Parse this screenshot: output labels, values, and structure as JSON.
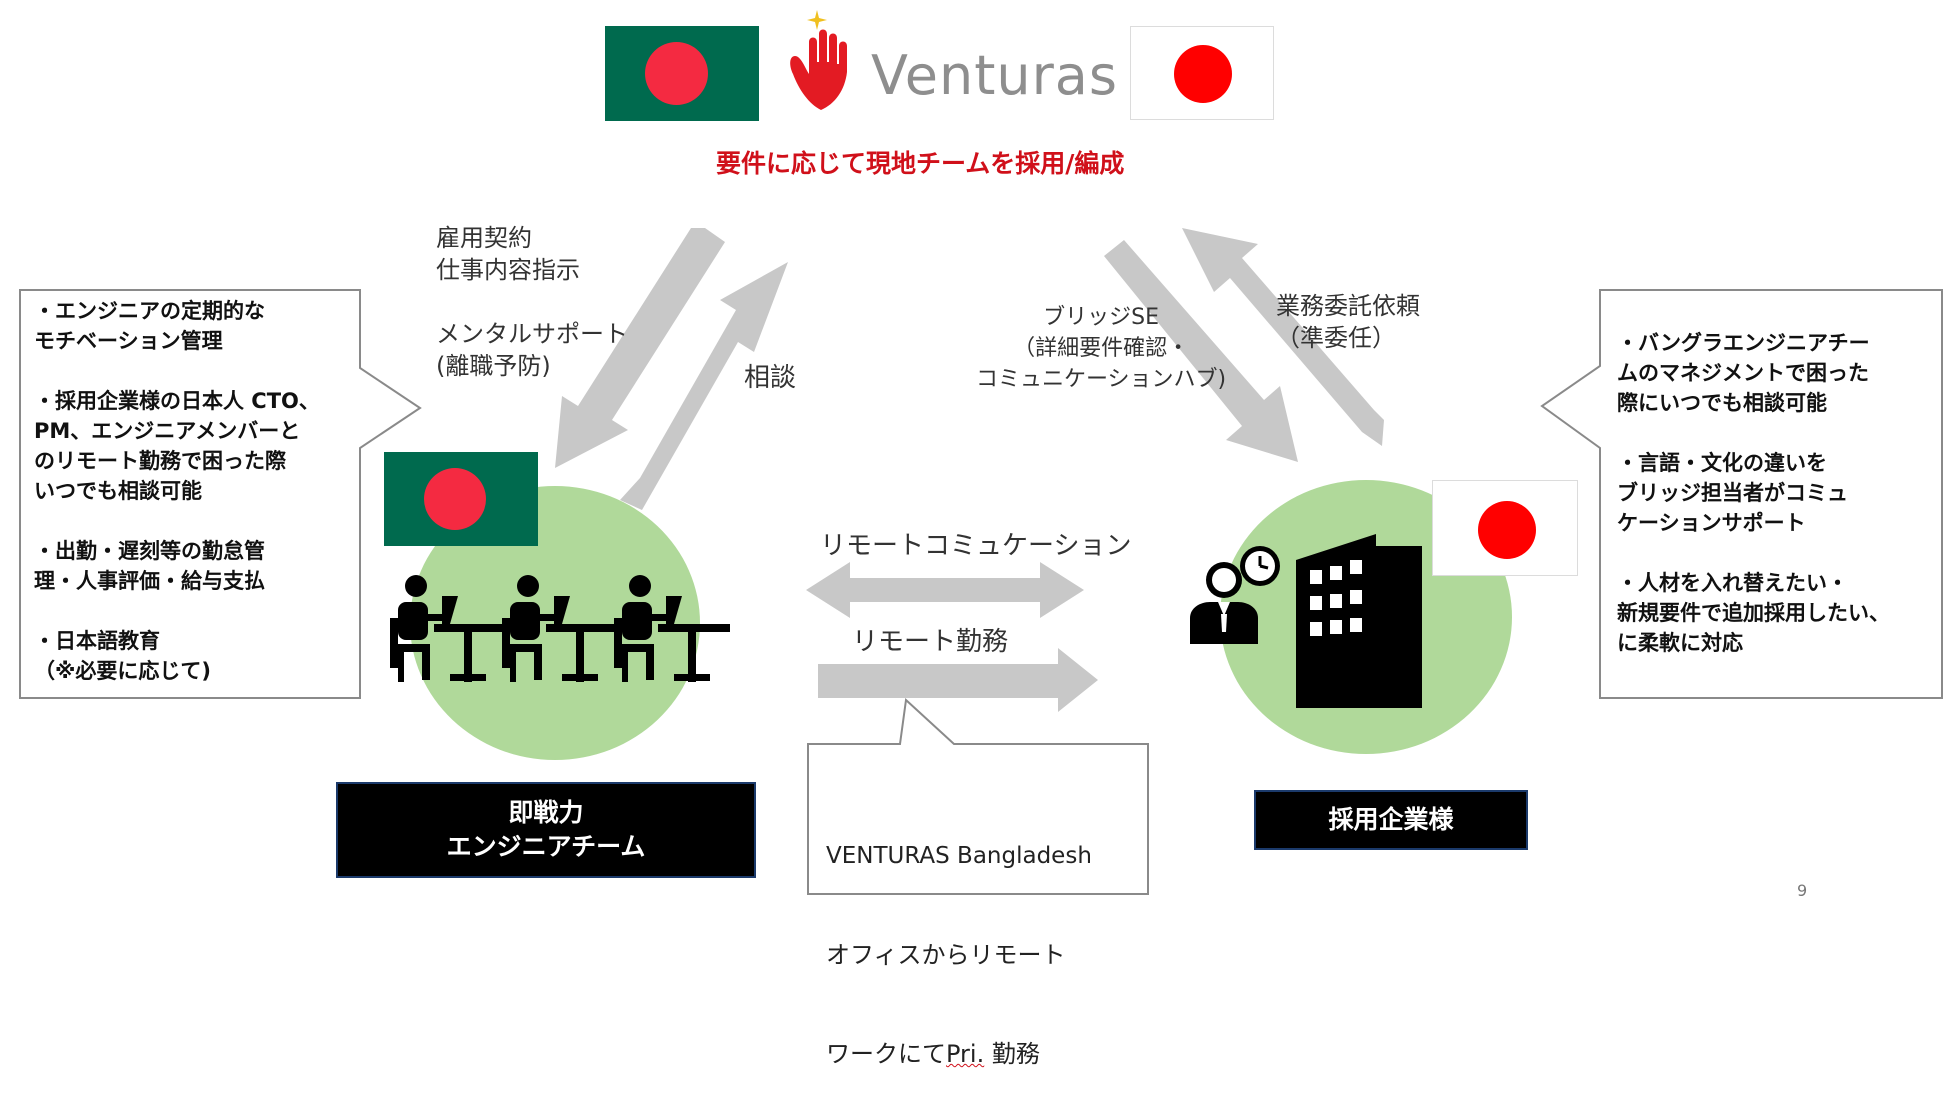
{
  "logo": {
    "text": "Venturas"
  },
  "headline": "要件に応じて現地チームを採用/編成",
  "left_arrow_labels": {
    "employment": "雇用契約\n仕事内容指示",
    "mental": "メンタルサポート\n(離職予防)",
    "consult": "相談"
  },
  "right_arrow_labels": {
    "bridge": "ブリッジSE\n（詳細要件確認・\nコミュニケーションハブ)",
    "outsourcing": "業務委託依頼\n（準委任）"
  },
  "left_bubble": "・エンジニアの定期的な\nモチベーション管理\n\n・採用企業様の日本人 CTO、\nPM、エンジニアメンバーと\nのリモート勤務で困った際\nいつでも相談可能\n\n・出勤・遅刻等の勤怠管\n理・人事評価・給与支払\n\n・日本語教育\n（※必要に応じて)",
  "right_bubble": "・バングラエンジニアチー\nムのマネジメントで困った\n際にいつでも相談可能\n\n・言語・文化の違いを\nブリッジ担当者がコミュ\nケーションサポート\n\n・人材を入れ替えたい・\n新規要件で追加採用したい、\nに柔軟に対応",
  "middle": {
    "remote_comm": "リモートコミュケーション",
    "remote_work": "リモート勤務"
  },
  "office_note": {
    "line1": "VENTURAS Bangladesh",
    "line2": "オフィスからリモート",
    "line3_prefix": "ワークにて",
    "line3_pri": "Pri.",
    "line3_suffix": " 勤務"
  },
  "left_team_label": "即戦力\nエンジニアチーム",
  "right_client_label": "採用企業様",
  "page_number": "9",
  "colors": {
    "bangladesh_green": "#006a4e",
    "flag_red": "#f42a41",
    "japan_red": "#ff0000",
    "accent_red": "#d0101a",
    "circle_green": "#b0d99a",
    "arrow_gray": "#c8c8c8"
  }
}
